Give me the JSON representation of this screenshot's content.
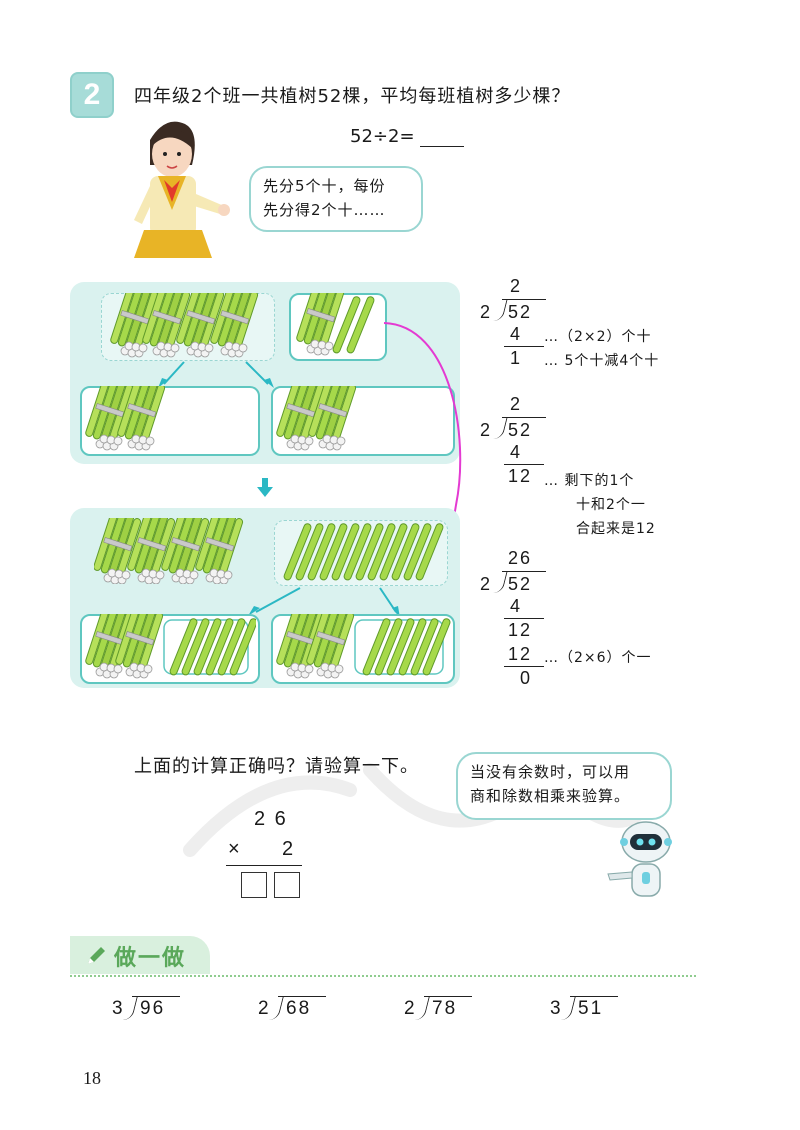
{
  "problem": {
    "number": "2",
    "text": "四年级2个班一共植树52棵，平均每班植树多少棵？",
    "equation": "52÷2="
  },
  "girl_bubble": {
    "line1": "先分5个十，每份",
    "line2": "先分得2个十……"
  },
  "division_steps": [
    {
      "quotient": "2",
      "divisor": "2",
      "dividend": "52",
      "rows": [
        {
          "value": "4",
          "note": "…（2×2）个十"
        },
        {
          "value": "1",
          "note": "… 5个十减4个十"
        }
      ]
    },
    {
      "quotient": "2",
      "divisor": "2",
      "dividend": "52",
      "rows": [
        {
          "value": "4",
          "note": ""
        },
        {
          "value": "12",
          "note": "… 剩下的1个"
        }
      ],
      "extra_notes": [
        "十和2个一",
        "合起来是12"
      ]
    },
    {
      "quotient": "26",
      "divisor": "2",
      "dividend": "52",
      "rows": [
        {
          "value": "4",
          "note": ""
        },
        {
          "value": "12",
          "note": ""
        },
        {
          "value": "12",
          "note": "…（2×6）个一"
        },
        {
          "value": "0",
          "note": ""
        }
      ]
    }
  ],
  "check": {
    "question": "上面的计算正确吗？请验算一下。",
    "robot_bubble": {
      "line1": "当没有余数时，可以用",
      "line2": "商和除数相乘来验算。"
    },
    "multiplicand": "2 6",
    "operator": "×",
    "multiplier": "2"
  },
  "practice": {
    "title": "做一做",
    "items": [
      {
        "divisor": "3",
        "dividend": "96"
      },
      {
        "divisor": "2",
        "dividend": "68"
      },
      {
        "divisor": "2",
        "dividend": "78"
      },
      {
        "divisor": "3",
        "dividend": "51"
      }
    ]
  },
  "page_number": "18",
  "colors": {
    "panel": "#daf2ef",
    "box_border": "#5fc7c0",
    "arrow_teal": "#2bb8c4",
    "arrow_magenta": "#e43ad2",
    "stick_green": "#a6d94a"
  }
}
